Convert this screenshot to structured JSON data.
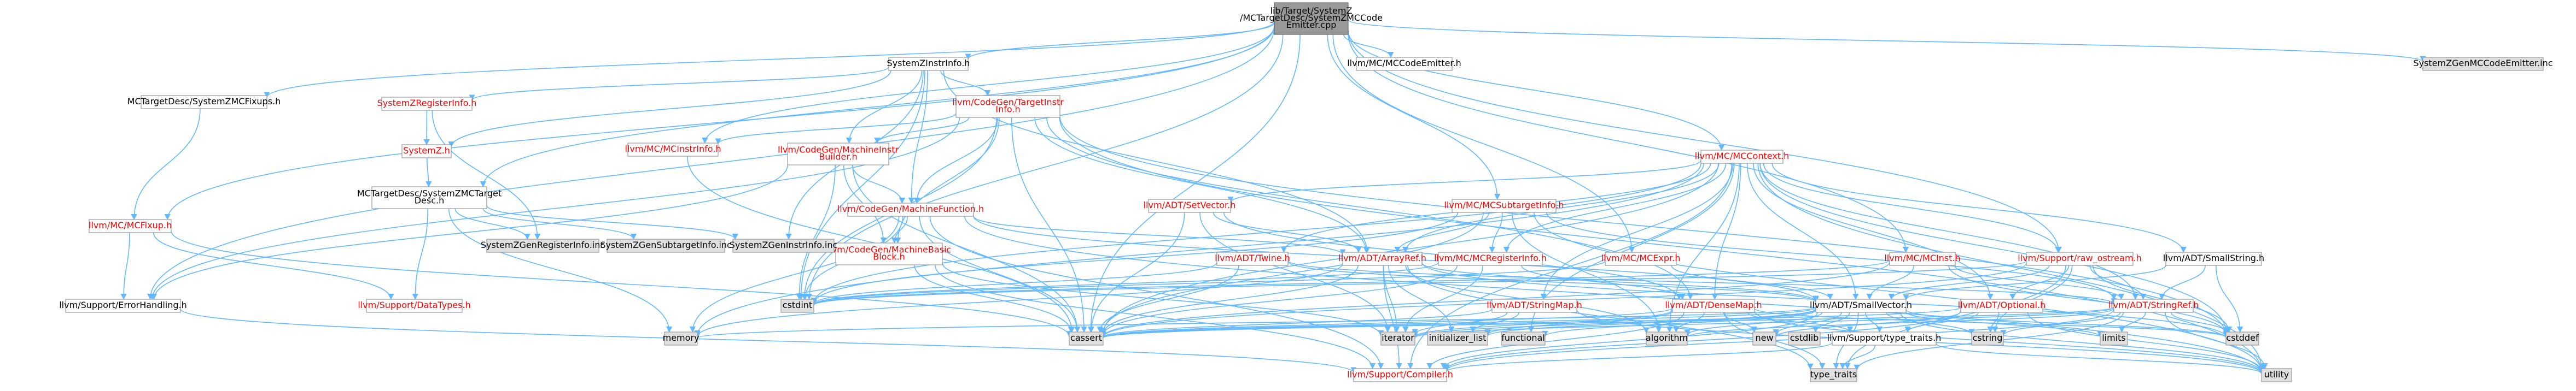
{
  "colors": {
    "edge": "#63b8ff",
    "root_fill": "#999999",
    "gray_fill": "#e0e0e0",
    "link_text": "#ff0000",
    "plain_text": "#000000"
  },
  "nodes": [
    {
      "id": "root",
      "lines": [
        "lib/Target/SystemZ",
        "/MCTargetDesc/SystemZMCCode",
        "Emitter.cpp"
      ],
      "style": "root"
    },
    {
      "id": "mcfixup",
      "lines": [
        "MCTargetDesc/SystemZMCFixups.h"
      ],
      "style": "default"
    },
    {
      "id": "systemzinstrinfo",
      "lines": [
        "SystemZInstrInfo.h"
      ],
      "style": "default"
    },
    {
      "id": "mccodeemitter",
      "lines": [
        "llvm/MC/MCCodeEmitter.h"
      ],
      "style": "default"
    },
    {
      "id": "gencodeemitter",
      "lines": [
        "SystemZGenMCCodeEmitter.inc"
      ],
      "style": "gray"
    },
    {
      "id": "mctargetdesc",
      "lines": [
        "MCTargetDesc/SystemZMCTarget",
        "Desc.h"
      ],
      "style": "default"
    },
    {
      "id": "llvmmcfixup",
      "lines": [
        "llvm/MC/MCFixup.h"
      ],
      "style": "red"
    },
    {
      "id": "registerinfo",
      "lines": [
        "SystemZRegisterInfo.h"
      ],
      "style": "red"
    },
    {
      "id": "systemz",
      "lines": [
        "SystemZ.h"
      ],
      "style": "red"
    },
    {
      "id": "targetinstrinfo",
      "lines": [
        "llvm/CodeGen/TargetInstr",
        "Info.h"
      ],
      "style": "red"
    },
    {
      "id": "mcinstrinfo",
      "lines": [
        "llvm/MC/MCInstrInfo.h"
      ],
      "style": "red"
    },
    {
      "id": "machineinstrbuilder",
      "lines": [
        "llvm/CodeGen/MachineInstr",
        "Builder.h"
      ],
      "style": "red"
    },
    {
      "id": "machinefunction",
      "lines": [
        "llvm/CodeGen/MachineFunction.h"
      ],
      "style": "red"
    },
    {
      "id": "machinebasicblock",
      "lines": [
        "llvm/CodeGen/MachineBasic",
        "Block.h"
      ],
      "style": "red"
    },
    {
      "id": "mccontext",
      "lines": [
        "llvm/MC/MCContext.h"
      ],
      "style": "red"
    },
    {
      "id": "setvector",
      "lines": [
        "llvm/ADT/SetVector.h"
      ],
      "style": "red"
    },
    {
      "id": "subtargetinfo",
      "lines": [
        "llvm/MC/MCSubtargetInfo.h"
      ],
      "style": "red"
    },
    {
      "id": "genregisterinfo",
      "lines": [
        "SystemZGenRegisterInfo.inc"
      ],
      "style": "gray"
    },
    {
      "id": "gensubtargetinfo",
      "lines": [
        "SystemZGenSubtargetInfo.inc"
      ],
      "style": "gray"
    },
    {
      "id": "geninstrinfo",
      "lines": [
        "SystemZGenInstrInfo.inc"
      ],
      "style": "gray"
    },
    {
      "id": "twine",
      "lines": [
        "llvm/ADT/Twine.h"
      ],
      "style": "red"
    },
    {
      "id": "arrayref",
      "lines": [
        "llvm/ADT/ArrayRef.h"
      ],
      "style": "red"
    },
    {
      "id": "mcregisterinfo",
      "lines": [
        "llvm/MC/MCRegisterInfo.h"
      ],
      "style": "red"
    },
    {
      "id": "mcexpr",
      "lines": [
        "llvm/MC/MCExpr.h"
      ],
      "style": "red"
    },
    {
      "id": "mcinst",
      "lines": [
        "llvm/MC/MCInst.h"
      ],
      "style": "red"
    },
    {
      "id": "rawostream",
      "lines": [
        "llvm/Support/raw_ostream.h"
      ],
      "style": "red"
    },
    {
      "id": "smallstring",
      "lines": [
        "llvm/ADT/SmallString.h"
      ],
      "style": "default"
    },
    {
      "id": "errorhandling",
      "lines": [
        "llvm/Support/ErrorHandling.h"
      ],
      "style": "default"
    },
    {
      "id": "datatypes",
      "lines": [
        "llvm/Support/DataTypes.h"
      ],
      "style": "red"
    },
    {
      "id": "stringmap",
      "lines": [
        "llvm/ADT/StringMap.h"
      ],
      "style": "red"
    },
    {
      "id": "densemap",
      "lines": [
        "llvm/ADT/DenseMap.h"
      ],
      "style": "red"
    },
    {
      "id": "smallvector",
      "lines": [
        "llvm/ADT/SmallVector.h"
      ],
      "style": "default"
    },
    {
      "id": "optional",
      "lines": [
        "llvm/ADT/Optional.h"
      ],
      "style": "red"
    },
    {
      "id": "stringref",
      "lines": [
        "llvm/ADT/StringRef.h"
      ],
      "style": "red"
    },
    {
      "id": "cstdint",
      "lines": [
        "cstdint"
      ],
      "style": "gray"
    },
    {
      "id": "memory",
      "lines": [
        "memory"
      ],
      "style": "gray"
    },
    {
      "id": "cassert",
      "lines": [
        "cassert"
      ],
      "style": "gray"
    },
    {
      "id": "iterator",
      "lines": [
        "iterator"
      ],
      "style": "gray"
    },
    {
      "id": "initializerlist",
      "lines": [
        "initializer_list"
      ],
      "style": "gray"
    },
    {
      "id": "functional",
      "lines": [
        "functional"
      ],
      "style": "gray"
    },
    {
      "id": "algorithm",
      "lines": [
        "algorithm"
      ],
      "style": "gray"
    },
    {
      "id": "new",
      "lines": [
        "new"
      ],
      "style": "gray"
    },
    {
      "id": "cstdlib",
      "lines": [
        "cstdlib"
      ],
      "style": "gray"
    },
    {
      "id": "typetraits_h",
      "lines": [
        "llvm/Support/type_traits.h"
      ],
      "style": "default"
    },
    {
      "id": "cstring",
      "lines": [
        "cstring"
      ],
      "style": "gray"
    },
    {
      "id": "limits",
      "lines": [
        "limits"
      ],
      "style": "gray"
    },
    {
      "id": "cstddef",
      "lines": [
        "cstddef"
      ],
      "style": "gray"
    },
    {
      "id": "compiler",
      "lines": [
        "llvm/Support/Compiler.h"
      ],
      "style": "red"
    },
    {
      "id": "typetraits",
      "lines": [
        "type_traits"
      ],
      "style": "gray"
    },
    {
      "id": "utility",
      "lines": [
        "utility"
      ],
      "style": "gray"
    }
  ]
}
